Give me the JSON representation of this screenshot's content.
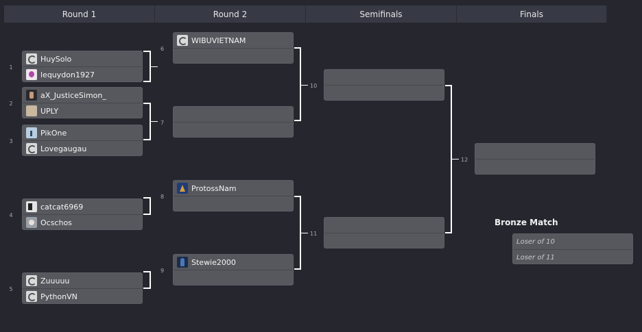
{
  "rounds": [
    "Round 1",
    "Round 2",
    "Semifinals",
    "Finals"
  ],
  "round1": [
    {
      "seed": "1",
      "players": [
        {
          "name": "HuySolo",
          "avatar": "default-logo-icon"
        },
        {
          "name": "lequydon1927",
          "avatar": "pink-character-icon"
        }
      ]
    },
    {
      "seed": "2",
      "players": [
        {
          "name": "aX_JusticeSimon_",
          "avatar": "player-photo-icon"
        },
        {
          "name": "UPLY",
          "avatar": "player-photo-icon"
        }
      ]
    },
    {
      "seed": "3",
      "players": [
        {
          "name": "PikOne",
          "avatar": "player-photo-icon"
        },
        {
          "name": "Lovegaugau",
          "avatar": "default-logo-icon"
        }
      ]
    },
    {
      "seed": "4",
      "players": [
        {
          "name": "catcat6969",
          "avatar": "player-photo-icon"
        },
        {
          "name": "Ocschos",
          "avatar": "player-photo-icon"
        }
      ]
    },
    {
      "seed": "5",
      "players": [
        {
          "name": "Zuuuuu",
          "avatar": "default-logo-icon"
        },
        {
          "name": "PythonVN",
          "avatar": "default-logo-icon"
        }
      ]
    }
  ],
  "round2": [
    {
      "number": "6",
      "players": [
        {
          "name": "WIBUVIETNAM",
          "avatar": "default-logo-icon"
        },
        {
          "name": ""
        }
      ]
    },
    {
      "number": "7",
      "players": [
        {
          "name": ""
        },
        {
          "name": ""
        }
      ]
    },
    {
      "number": "8",
      "players": [
        {
          "name": "ProtossNam",
          "avatar": "protoss-icon"
        },
        {
          "name": ""
        }
      ]
    },
    {
      "number": "9",
      "players": [
        {
          "name": "Stewie2000",
          "avatar": "player-photo-icon"
        },
        {
          "name": ""
        }
      ]
    }
  ],
  "semifinals": [
    {
      "number": "10",
      "players": [
        {
          "name": ""
        },
        {
          "name": ""
        }
      ]
    },
    {
      "number": "11",
      "players": [
        {
          "name": ""
        },
        {
          "name": ""
        }
      ]
    }
  ],
  "finals": [
    {
      "number": "12",
      "players": [
        {
          "name": ""
        },
        {
          "name": ""
        }
      ]
    }
  ],
  "bronze": {
    "title": "Bronze Match",
    "slot1": "Loser of 10",
    "slot2": "Loser of 11"
  },
  "colors": {
    "background": "#26272e",
    "header": "#373a45",
    "match_box": "#57585e",
    "connector": "#ffffff"
  }
}
